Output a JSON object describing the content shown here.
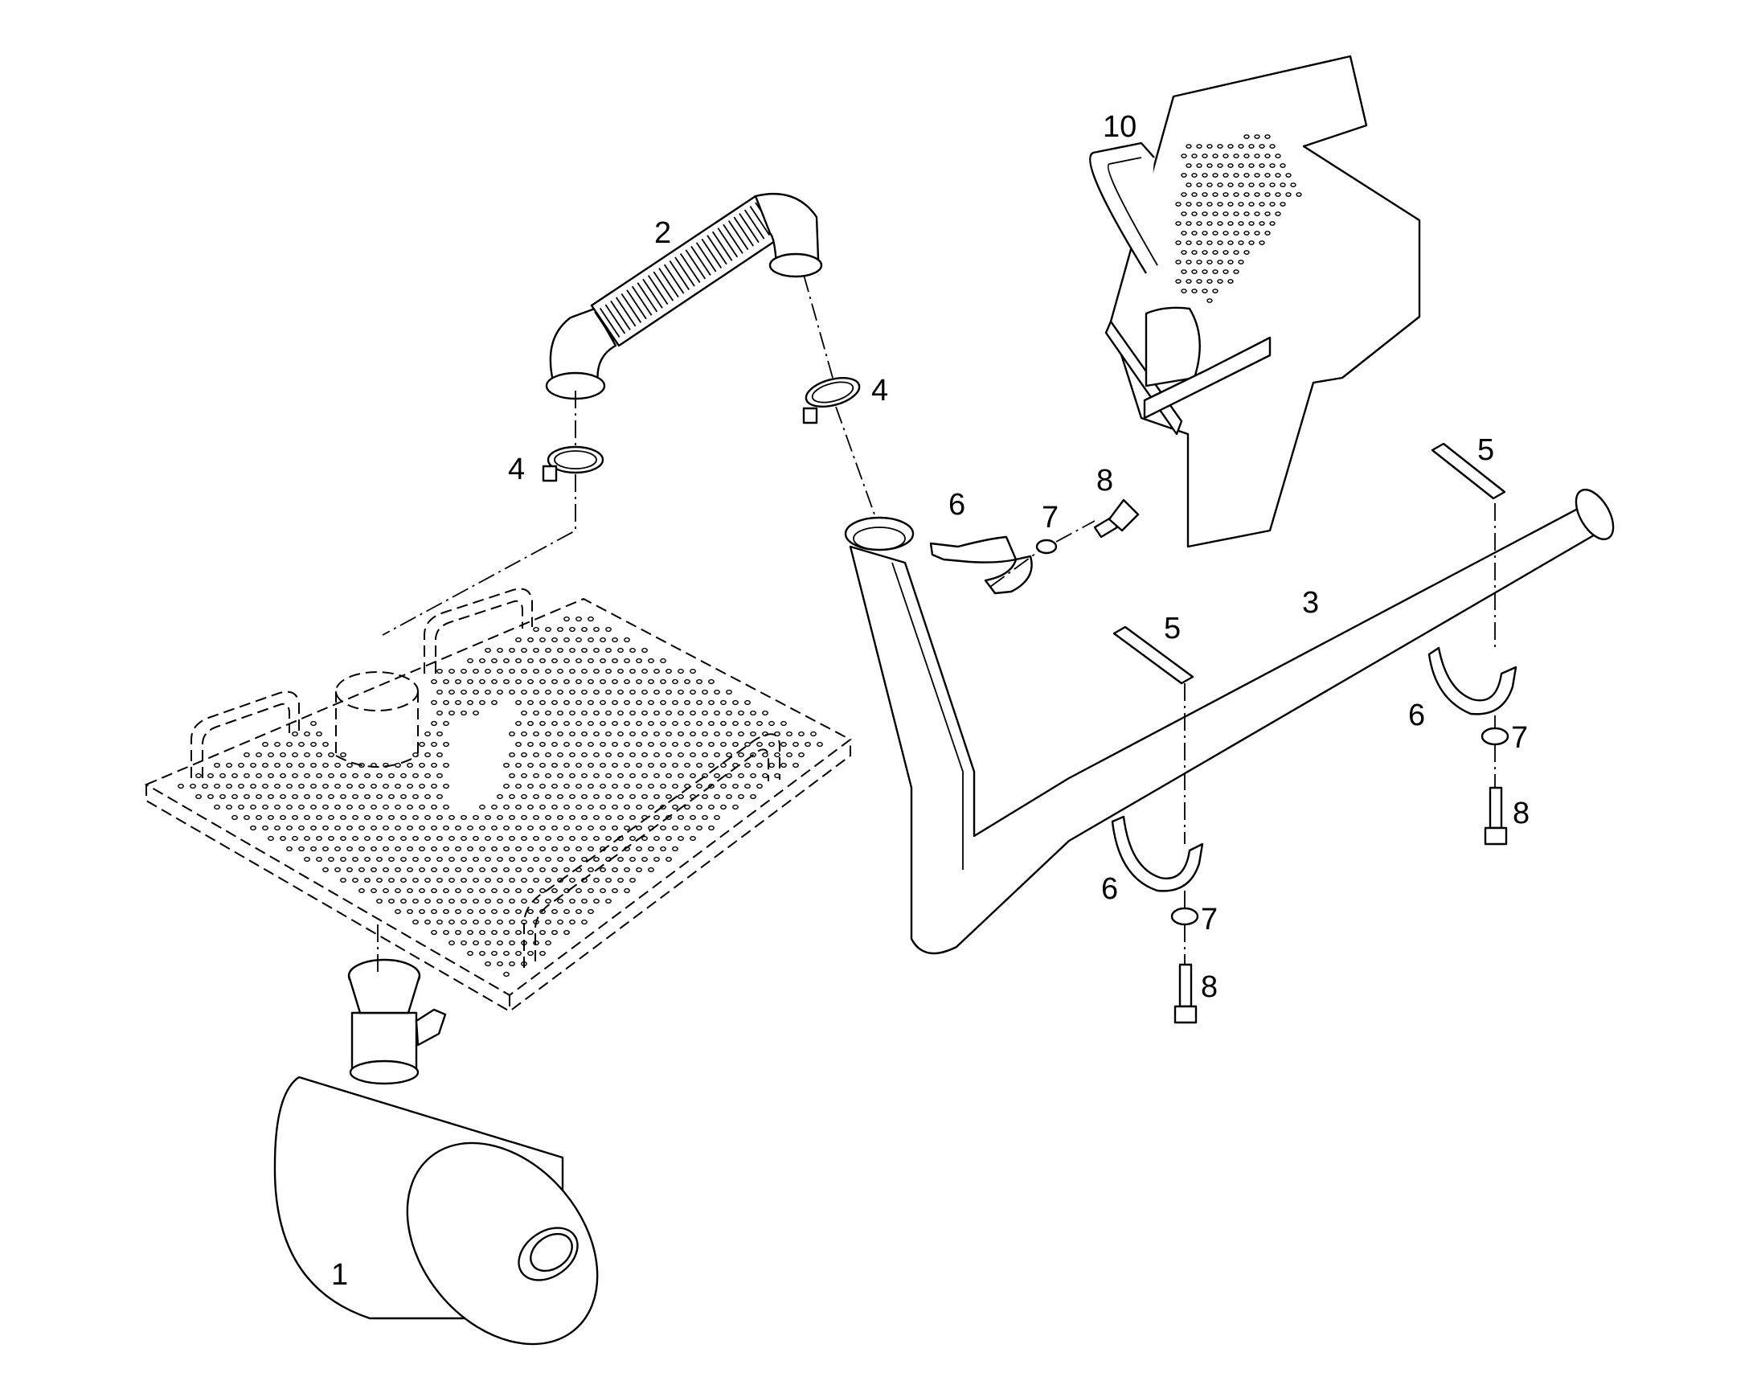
{
  "callouts": {
    "muffler": "1",
    "flex_hose": "2",
    "exhaust_pipe": "3",
    "clamp_upper_right": "4",
    "clamp_upper_left": "4",
    "strap_top": "5",
    "strap_middle": "5",
    "bracket_upper": "6",
    "bracket_right": "6",
    "bracket_lower": "6",
    "washer_upper": "7",
    "washer_right": "7",
    "washer_lower": "7",
    "bolt_upper": "8",
    "bolt_right": "8",
    "bolt_lower": "8",
    "heat_shield": "10"
  }
}
